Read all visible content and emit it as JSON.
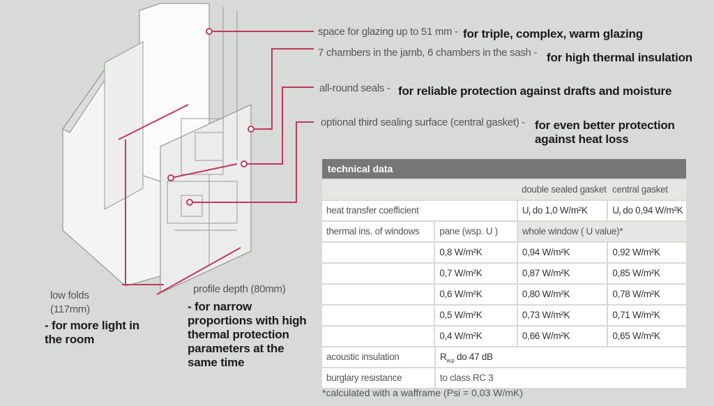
{
  "callouts": [
    {
      "label": "space for glazing up to 51 mm -",
      "desc": "for triple, complex, warm glazing"
    },
    {
      "label": "7 chambers in the jamb, 6 chambers in the sash -",
      "desc": "for high thermal insulation"
    },
    {
      "label": "all-round seals -",
      "desc": "for reliable protection against drafts and moisture"
    },
    {
      "label": "optional third sealing surface (central gasket) -",
      "desc": "for even better protection against heat loss"
    }
  ],
  "low_folds": {
    "label": "low folds (117mm)",
    "desc": "- for more light in the room"
  },
  "profile_depth": {
    "label": "profile depth (80mm)",
    "desc": "- for narrow proportions with high thermal protection parameters at the same time"
  },
  "table": {
    "title": "technical data",
    "col_headers": [
      "double sealed gasket",
      "central gasket"
    ],
    "heat": {
      "label": "heat transfer coefficient",
      "u": "U",
      "sub": "f",
      "double": " do 1,0 W/m²K",
      "central": " do 0,94 W/m²K"
    },
    "thermal": {
      "label": "thermal ins. of windows",
      "pane": "pane (wsp. U )",
      "whole": "whole window ( U value)*"
    },
    "rows": [
      {
        "pane": "0,8 W/m²K",
        "double": "0,94 W/m²K",
        "central": "0,92 W/m²K"
      },
      {
        "pane": "0,7 W/m²K",
        "double": "0,87 W/m²K",
        "central": "0,85 W/m²K"
      },
      {
        "pane": "0,6 W/m²K",
        "double": "0,80 W/m²K",
        "central": "0,78 W/m²K"
      },
      {
        "pane": "0,5 W/m²K",
        "double": "0,73 W/m²K",
        "central": "0,71 W/m²K"
      },
      {
        "pane": "0,4 W/m²K",
        "double": "0,66 W/m²K",
        "central": "0,65 W/m²K"
      }
    ],
    "acoustic": {
      "label": "acoustic insulation",
      "r": "R",
      "sub": "w,p",
      "value": " do 47 dB"
    },
    "burglary": {
      "label": "burglary resistance",
      "value": "to class RC 3"
    }
  },
  "footnote": "*calculated with a wafframe (Psi = 0,03 W/mK)",
  "colors": {
    "accent": "#c0395a",
    "header": "#777777",
    "background": "#d8dad7"
  }
}
